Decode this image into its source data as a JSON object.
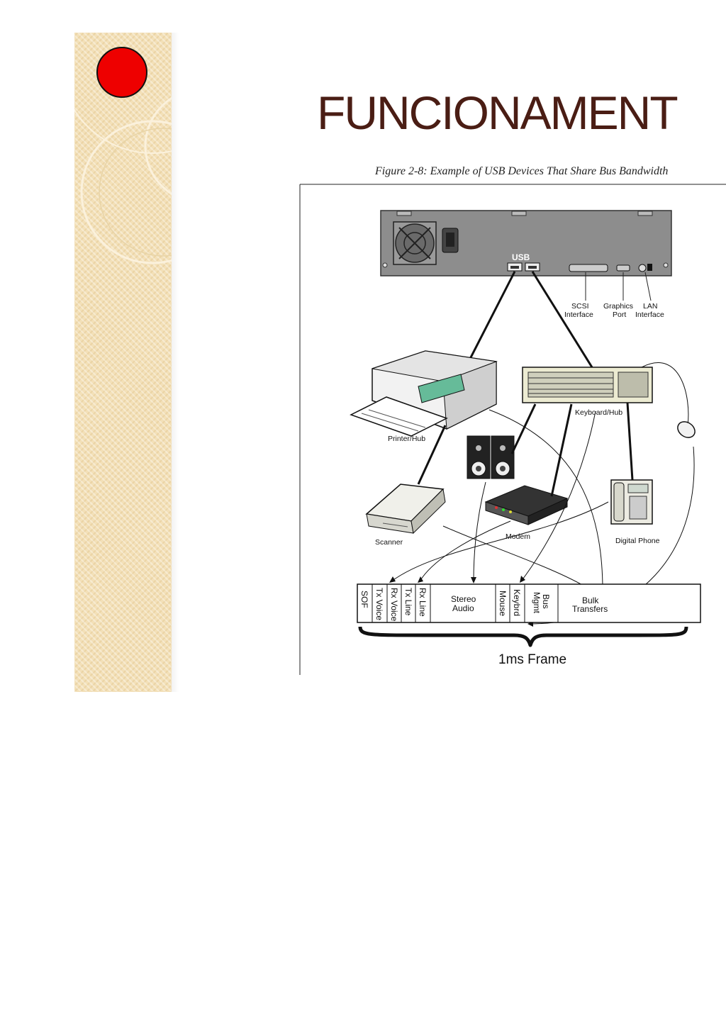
{
  "slide": {
    "title": "FUNCIONAMENT"
  },
  "figure": {
    "caption": "Figure 2-8: Example of USB Devices That Share Bus Bandwidth",
    "usb_label": "USB",
    "ports": {
      "scsi_1": "SCSI",
      "scsi_2": "Interface",
      "graphics_1": "Graphics",
      "graphics_2": "Port",
      "lan_1": "LAN",
      "lan_2": "Interface"
    },
    "devices": {
      "printer": "Printer/Hub",
      "keyboard": "Keyboard/Hub",
      "scanner": "Scanner",
      "modem": "Modem",
      "phone": "Digital Phone"
    },
    "frame_slots": {
      "sof": "SOF",
      "tx_voice": "Tx Voice",
      "rx_voice": "Rx Voice",
      "tx_line": "Tx Line",
      "rx_line": "Rx Line",
      "stereo_1": "Stereo",
      "stereo_2": "Audio",
      "mouse": "Mouse",
      "keybrd": "Keybrd",
      "bus_1": "Bus",
      "bus_2": "Mgmt",
      "bulk_1": "Bulk",
      "bulk_2": "Transfers"
    },
    "frame_label": "1ms Frame"
  },
  "colors": {
    "title": "#4a1d14",
    "bullet": "#ee0000",
    "sidebar": "#f3e0b8"
  }
}
